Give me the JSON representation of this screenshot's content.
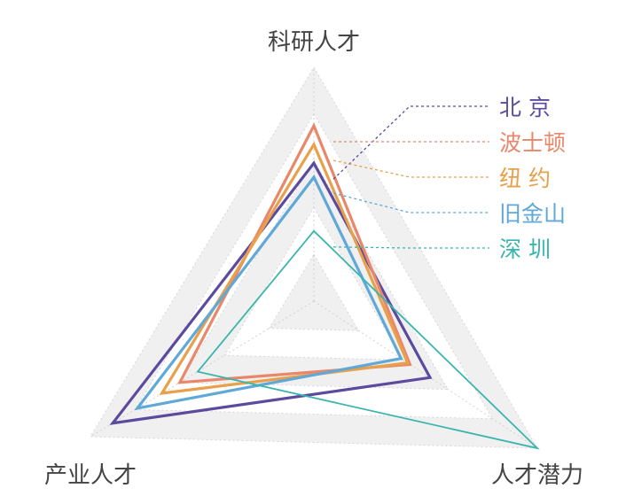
{
  "chart_data": {
    "type": "radar",
    "axes": [
      "科研人才",
      "人才潜力",
      "产业人才"
    ],
    "range": [
      0,
      1
    ],
    "rings": 5,
    "series": [
      {
        "name": "北  京",
        "color": "#5b4a9e",
        "values": [
          0.59,
          0.52,
          0.9
        ]
      },
      {
        "name": "波士顿",
        "color": "#e8876a",
        "values": [
          0.75,
          0.43,
          0.6
        ]
      },
      {
        "name": "纽  约",
        "color": "#e8a04a",
        "values": [
          0.67,
          0.42,
          0.68
        ]
      },
      {
        "name": "旧金山",
        "color": "#5fa8d8",
        "values": [
          0.53,
          0.39,
          0.79
        ]
      },
      {
        "name": "深  圳",
        "color": "#3ab5ae",
        "values": [
          0.3,
          1.0,
          0.52
        ]
      }
    ],
    "legend_position": "top-right"
  }
}
